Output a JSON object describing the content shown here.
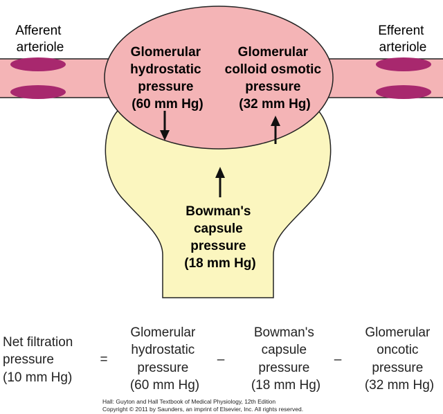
{
  "labels": {
    "afferent": [
      "Afferent",
      "arteriole"
    ],
    "efferent": [
      "Efferent",
      "arteriole"
    ],
    "glom_hydrostatic": [
      "Glomerular",
      "hydrostatic",
      "pressure",
      "(60 mm Hg)"
    ],
    "glom_colloid": [
      "Glomerular",
      "colloid osmotic",
      "pressure",
      "(32 mm Hg)"
    ],
    "bowman": [
      "Bowman's",
      "capsule",
      "pressure",
      "(18 mm Hg)"
    ]
  },
  "equation": {
    "lhs": [
      "Net filtration",
      "pressure",
      "(10 mm Hg)"
    ],
    "equals": "=",
    "minus": "–",
    "term1": [
      "Glomerular",
      "hydrostatic",
      "pressure",
      "(60 mm Hg)"
    ],
    "term2": [
      "Bowman's",
      "capsule",
      "pressure",
      "(18 mm Hg)"
    ],
    "term3": [
      "Glomerular",
      "oncotic",
      "pressure",
      "(32 mm Hg)"
    ]
  },
  "credit": [
    "Hall: Guyton and Hall Textbook of Medical Physiology, 12th Edition",
    "Copyright © 2011 by Saunders, an imprint of Elsevier, Inc. All rights reserved."
  ],
  "colors": {
    "vessel": "#f4b4b6",
    "vessel_stroke": "#222222",
    "capsule": "#fbf6bf",
    "endothelium": "#a8286e",
    "arrow": "#111111"
  }
}
